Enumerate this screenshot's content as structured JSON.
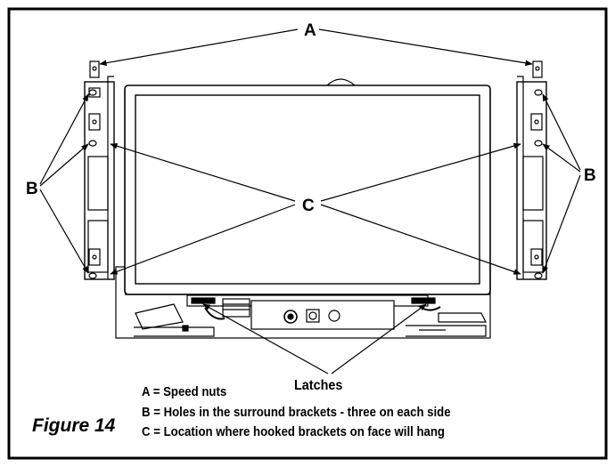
{
  "callouts": {
    "a": "A",
    "b_left": "B",
    "b_right": "B",
    "c": "C"
  },
  "latches_label": "Latches",
  "legend": {
    "line_a": "A = Speed nuts",
    "line_b": "B = Holes in the surround brackets - three on each side",
    "line_c": "C = Location where hooked brackets on face will hang"
  },
  "figure_label": "Figure 14",
  "colors": {
    "ink": "#000000",
    "paper": "#ffffff"
  }
}
